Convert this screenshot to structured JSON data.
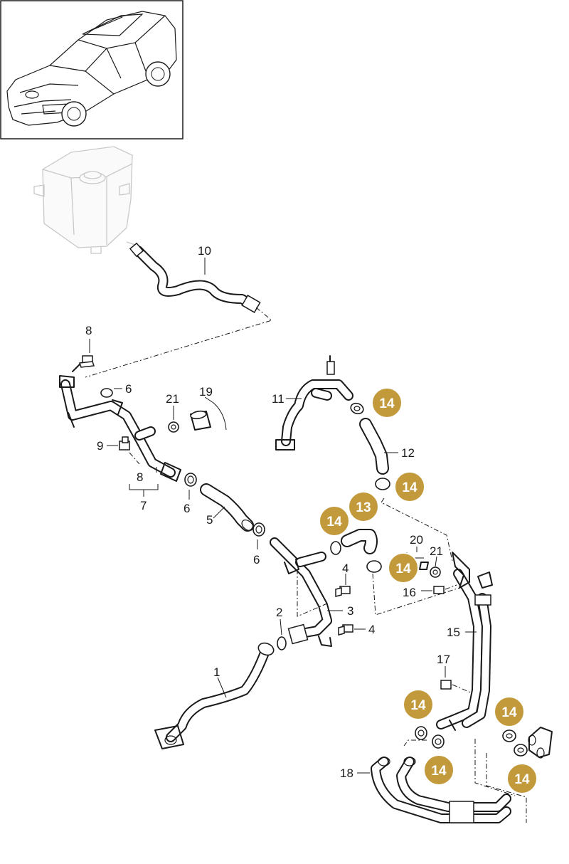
{
  "labels": {
    "p1": "1",
    "p2": "2",
    "p3": "3",
    "p4a": "4",
    "p4b": "4",
    "p5": "5",
    "p6a": "6",
    "p6b": "6",
    "p6c": "6",
    "p7": "7",
    "p8a": "8",
    "p8b": "8",
    "p9": "9",
    "p10": "10",
    "p11": "11",
    "p12": "12",
    "p15": "15",
    "p16": "16",
    "p17": "17",
    "p18": "18",
    "p19": "19",
    "p20": "20",
    "p21a": "21",
    "p21b": "21"
  },
  "badges": {
    "b13": "13",
    "b14a": "14",
    "b14b": "14",
    "b14c": "14",
    "b14d": "14",
    "b14e": "14",
    "b14f": "14",
    "b14g": "14",
    "b14h": "14"
  },
  "colors": {
    "badge": "#c29a3c",
    "line": "#1a1a1a",
    "ghost": "#c8c8c8"
  }
}
